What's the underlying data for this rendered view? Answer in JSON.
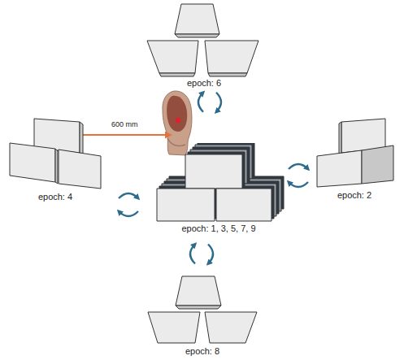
{
  "diagram": {
    "nodes": [
      {
        "text": [
          "epoch: 6"
        ]
      },
      {
        "text": [
          "epoch: 4"
        ]
      },
      {
        "text": [
          "epoch: 1, 3, 5, 7, 9"
        ]
      },
      {
        "text": [
          "epoch: 2"
        ]
      },
      {
        "text": [
          "epoch: 8"
        ]
      }
    ],
    "edges": [
      {
        "from": 2,
        "to": 0,
        "arrow": "both"
      },
      {
        "from": 2,
        "to": 1,
        "arrow": "both"
      },
      {
        "from": 2,
        "to": 3,
        "arrow": "both"
      },
      {
        "from": 2,
        "to": 4,
        "arrow": "both"
      }
    ],
    "labels": [
      "600 mm"
    ]
  }
}
